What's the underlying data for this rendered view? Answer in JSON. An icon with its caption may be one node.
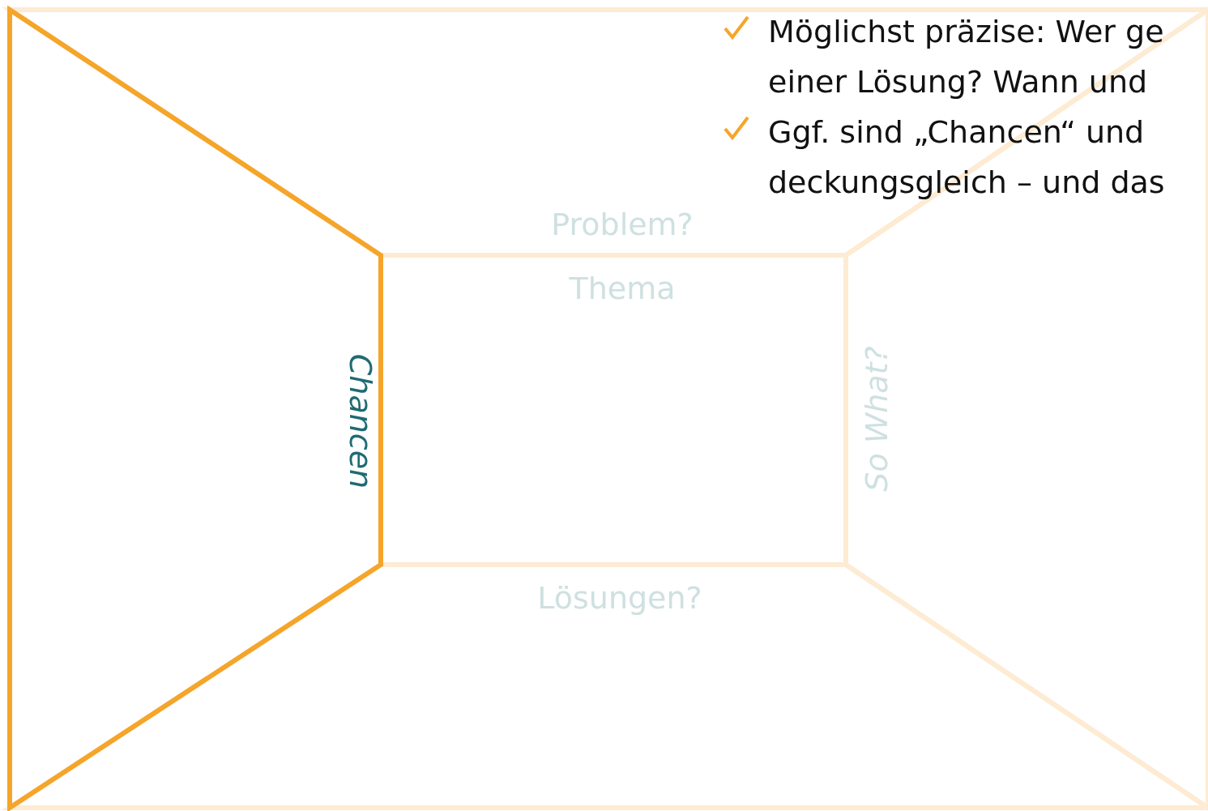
{
  "diagram": {
    "nodes": [
      {
        "text": [
          "Chancen"
        ]
      },
      {
        "text": [
          "Problem?"
        ]
      },
      {
        "text": [
          "Thema"
        ]
      },
      {
        "text": [
          "So What?"
        ]
      },
      {
        "text": [
          "Lösungen?"
        ]
      }
    ],
    "labels": [
      "Möglichst präzise: Wer ge einer Lösung? Wann und",
      "Ggf. sind „Chancen“ und deckungsgleich – und das"
    ]
  }
}
